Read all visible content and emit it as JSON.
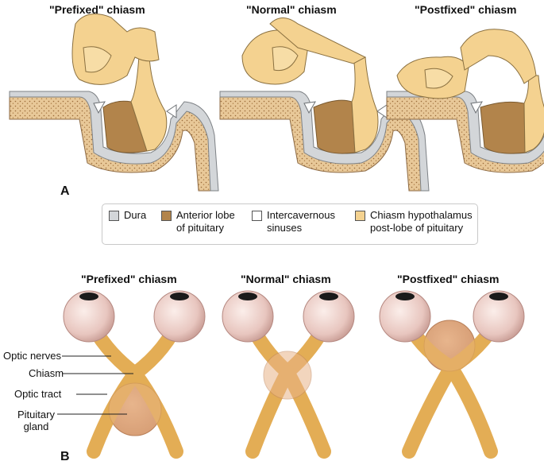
{
  "panel_a": {
    "letter": "A",
    "titles": [
      "\"Prefixed\" chiasm",
      "\"Normal\" chiasm",
      "\"Postfixed\" chiasm"
    ]
  },
  "legend": {
    "items": [
      {
        "label": "Dura",
        "color": "#d3d6d9"
      },
      {
        "label": "Anterior lobe\nof pituitary",
        "color": "#b2844b"
      },
      {
        "label": "Intercavernous\nsinuses",
        "color": "#ffffff"
      },
      {
        "label": "Chiasm hypothalamus\npost-lobe of pituitary",
        "color": "#f4d290"
      }
    ]
  },
  "panel_b": {
    "letter": "B",
    "titles": [
      "\"Prefixed\" chiasm",
      "\"Normal\" chiasm",
      "\"Postfixed\" chiasm"
    ],
    "labels": [
      "Optic nerves",
      "Chiasm",
      "Optic tract",
      "Pituitary\ngland"
    ]
  },
  "colors": {
    "chiasm_yellow": "#f4d290",
    "anterior_lobe": "#b2844b",
    "dura": "#d3d6d9",
    "bone": "#e6c79a",
    "nerve": "#e9b45a",
    "eyeball": "#e9c7c0"
  }
}
